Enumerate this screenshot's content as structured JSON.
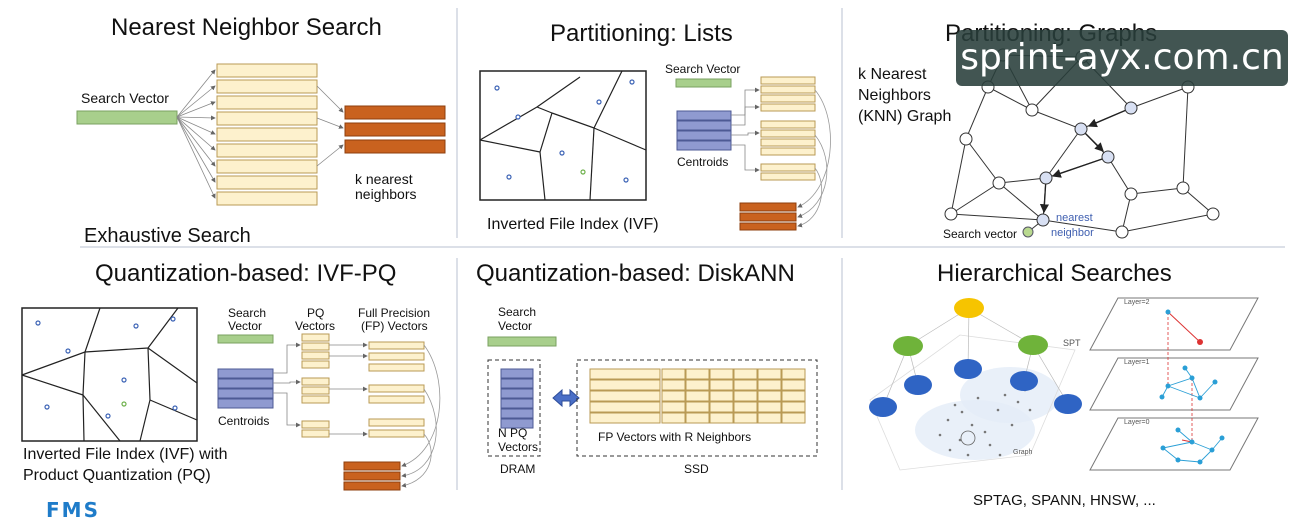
{
  "panels": {
    "nn": {
      "title": "Nearest Neighbor Search",
      "search_vector": "Search Vector",
      "k_nearest": "k nearest",
      "neighbors": "neighbors",
      "subtitle": "Exhaustive Search"
    },
    "lists": {
      "title": "Partitioning: Lists",
      "search_vector": "Search Vector",
      "centroids": "Centroids",
      "caption": "Inverted File Index (IVF)"
    },
    "graphs": {
      "title": "Partitioning: Graphs",
      "knn_line1": "k Nearest",
      "knn_line2": "Neighbors",
      "knn_line3": "(KNN) Graph",
      "search_vector": "Search vector",
      "nearest": "nearest",
      "neighbor": "neighbor"
    },
    "ivfpq": {
      "title": "Quantization-based: IVF-PQ",
      "search": "Search",
      "vector": "Vector",
      "pq": "PQ",
      "vectors": "Vectors",
      "full_precision": "Full Precision",
      "fp_vectors": "(FP) Vectors",
      "centroids": "Centroids",
      "caption1": "Inverted File Index (IVF) with",
      "caption2": "Product Quantization (PQ)"
    },
    "diskann": {
      "title": "Quantization-based: DiskANN",
      "search": "Search",
      "vector": "Vector",
      "npq1": "N PQ",
      "npq2": "Vectors",
      "dram": "DRAM",
      "fp_r": "FP Vectors with R Neighbors",
      "ssd": "SSD"
    },
    "hier": {
      "title": "Hierarchical Searches",
      "spt": "SPT",
      "graph": "Graph",
      "layer2": "Layer=2",
      "layer1": "Layer=1",
      "layer0": "Layer=0",
      "caption": "SPTAG, SPANN, HNSW, ..."
    }
  },
  "watermark": "sprint-ayx.com.cn",
  "logo": "FMS",
  "colors": {
    "list_cell": "#fdf1cd",
    "list_border": "#b99a55",
    "neighbor": "#c9621f",
    "search_vec": "#a8cf8c",
    "centroid": "#8f9ad0",
    "node_light": "#d8e0f3"
  }
}
